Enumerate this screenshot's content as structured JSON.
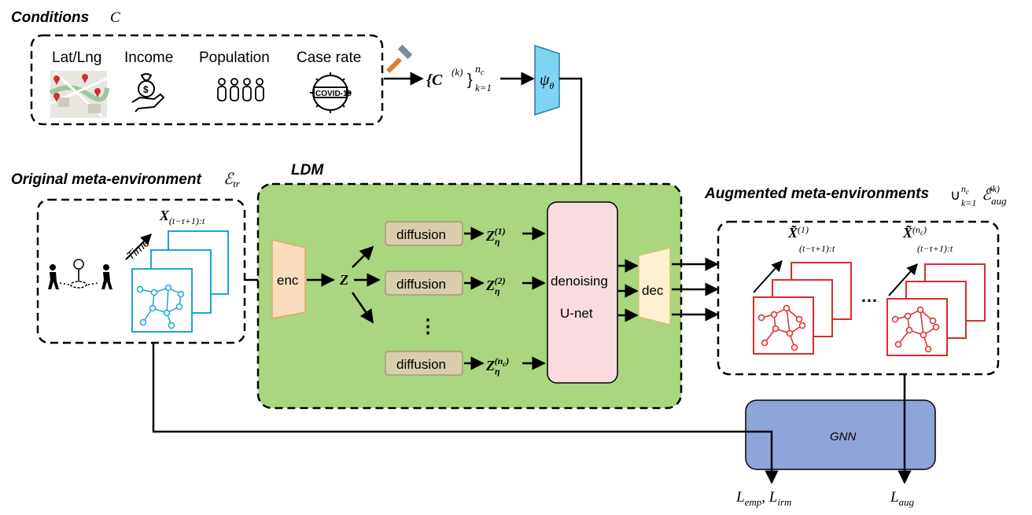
{
  "conditions": {
    "title": "Conditions",
    "title_symbol": "C",
    "items": [
      {
        "label": "Lat/Lng",
        "icon": "map-pin-icon"
      },
      {
        "label": "Income",
        "icon": "money-bag-hand-icon"
      },
      {
        "label": "Population",
        "icon": "people-group-icon"
      },
      {
        "label": "Case rate",
        "icon": "covid-virus-icon"
      }
    ],
    "covid_badge": "COVID-19",
    "set_base": "{C",
    "set_sup": "(k)",
    "set_close": "}",
    "set_upper": "n",
    "set_upper_sub": "c",
    "set_lower": "k=1",
    "psi": "ψ",
    "psi_sub": "θ"
  },
  "original": {
    "title": "Original meta-environment",
    "symbol": "ℰ",
    "symbol_sub": "tr",
    "time_label": "Time",
    "x_label": "X",
    "x_sub": "(t−τ+1):t"
  },
  "ldm": {
    "title": "LDM",
    "enc": "enc",
    "z": "Z",
    "diffusion_label": "diffusion",
    "dots": "⋮",
    "z_eta": "Z",
    "eta": "η",
    "z_eta_sups": [
      "(1)",
      "(2)",
      "(n"
    ],
    "nc_sub": "c",
    "close_paren": ")",
    "denoising": "denoising",
    "unet": "U-net",
    "dec": "dec"
  },
  "augmented": {
    "title": "Augmented meta-environments",
    "union": "∪",
    "union_upper": "n",
    "union_upper_sub": "c",
    "union_lower": "k=1",
    "aug_sym": "ℰ",
    "aug_sub": "aug",
    "aug_sup": "(k)",
    "x_tilde": "X̃",
    "sup1": "(1)",
    "sup_nc": "(n",
    "nc_sub": "c",
    "close_paren": ")",
    "x_sub": "(t−τ+1):t",
    "ellipsis": "…"
  },
  "gnn": {
    "label": "GNN",
    "loss_left": "L",
    "loss_left_sub1": "emp",
    "comma": ", ",
    "loss_left_sub2": "irm",
    "loss_right": "L",
    "loss_right_sub": "aug"
  },
  "colors": {
    "ldm_fill": "#a9d67f",
    "diffusion_fill": "#d9cdab",
    "denoise_fill": "#fadbe0",
    "enc_fill": "#fbdcbd",
    "dec_fill": "#fdf1cf",
    "psi_fill": "#7fd3f3",
    "gnn_fill": "#8ea5d9",
    "graph_blue": "#1fa3d9",
    "graph_red": "#dd2b2b"
  }
}
